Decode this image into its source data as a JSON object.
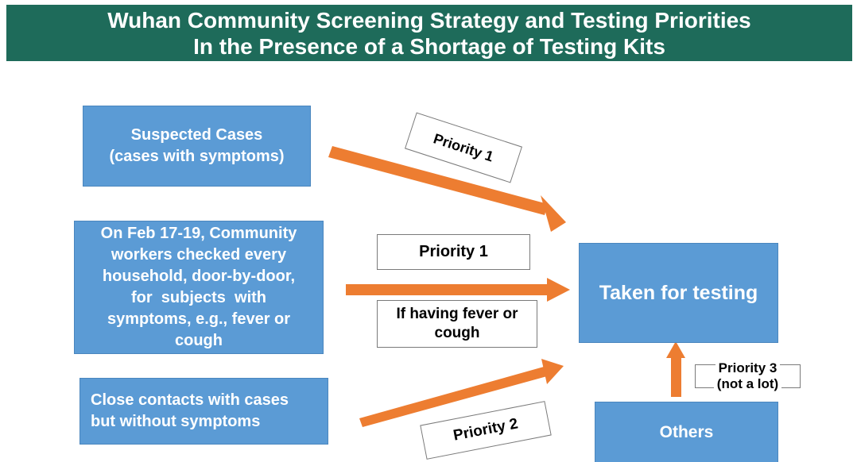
{
  "title": {
    "line1": "Wuhan Community Screening Strategy and Testing Priorities",
    "line2": "In the Presence of a Shortage of Testing Kits"
  },
  "boxes": {
    "suspected": {
      "line1": "Suspected Cases",
      "line2": "(cases with symptoms)"
    },
    "community": {
      "line1": "On Feb 17-19, Community",
      "line2": "workers checked every",
      "line3": "household, door-by-door,",
      "line4": "for  subjects  with",
      "line5": "symptoms, e.g., fever or",
      "line6": "cough"
    },
    "contacts": {
      "line1": "Close contacts with cases",
      "line2": "but without symptoms"
    },
    "testing": {
      "label": "Taken for testing"
    },
    "others": {
      "label": "Others"
    }
  },
  "labels": {
    "priority1_top": "Priority 1",
    "priority1_mid": "Priority 1",
    "fever_line1": "If having fever or",
    "fever_line2": "cough",
    "priority2": "Priority 2",
    "priority3_line1": "Priority 3",
    "priority3_line2": "(not a lot)"
  },
  "colors": {
    "title_bg": "#1e6b5a",
    "box_fill": "#5b9bd5",
    "arrow": "#ed7d31"
  }
}
